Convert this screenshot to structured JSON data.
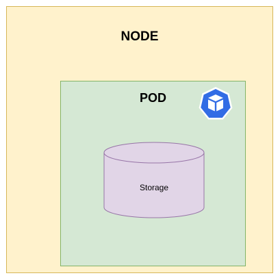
{
  "diagram": {
    "node": {
      "label": "NODE",
      "fill": "#fff2cc",
      "stroke": "#d6b656"
    },
    "pod": {
      "label": "POD",
      "fill": "#d5e8d4",
      "stroke": "#82b366",
      "icon": "kubernetes-pod-icon",
      "icon_color": "#326ce5"
    },
    "storage": {
      "label": "Storage",
      "shape": "cylinder",
      "fill": "#e1d5e7",
      "stroke": "#9673a6"
    }
  }
}
